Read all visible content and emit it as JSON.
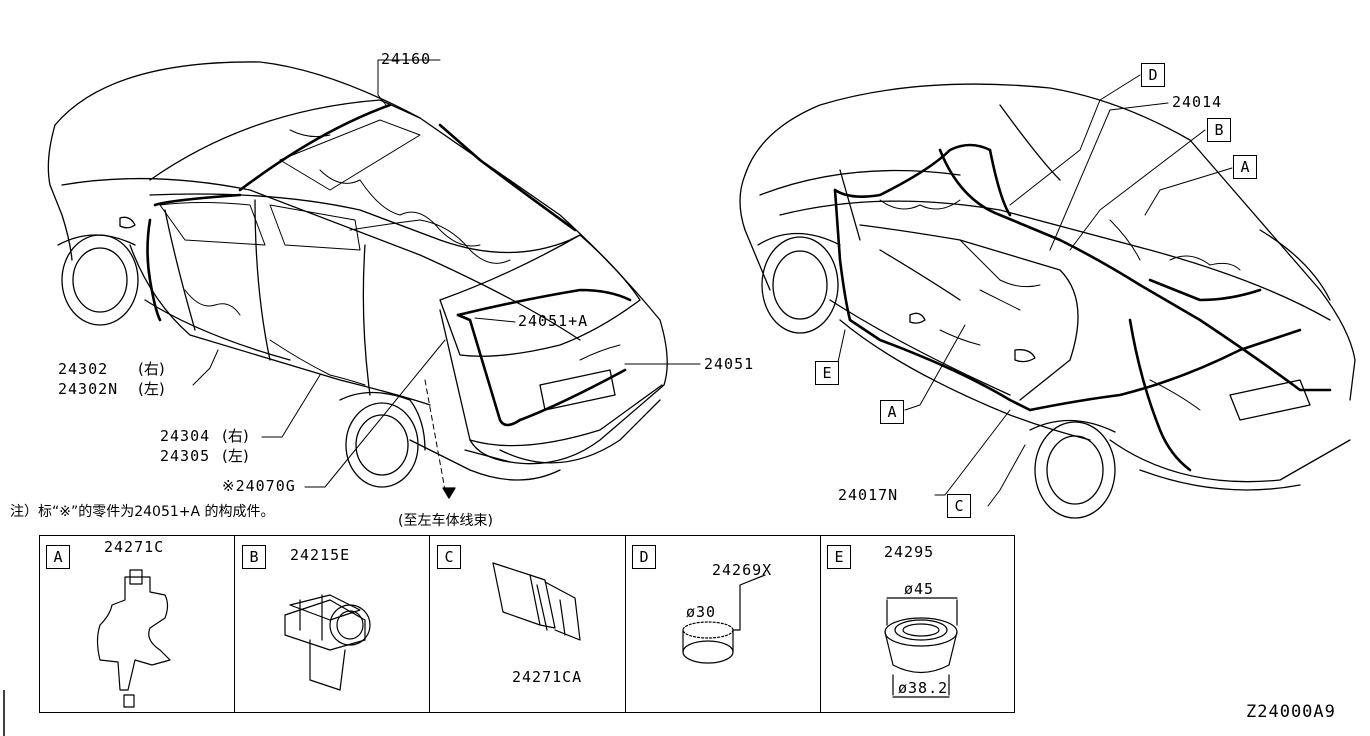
{
  "labels": {
    "p24160": "24160",
    "p24302": "24302",
    "p24302_side": "(右)",
    "p24302n": "24302N",
    "p24302n_side": "(左)",
    "p24051a": "24051+A",
    "p24051": "24051",
    "p24304": "24304",
    "p24304_side": "(右)",
    "p24305": "24305",
    "p24305_side": "(左)",
    "p24070g": "※24070G",
    "p24014": "24014",
    "p24017n": "24017N"
  },
  "callouts": {
    "d_top": "D",
    "b_top": "B",
    "a_top": "A",
    "e_left": "E",
    "a_mid": "A",
    "c_bottom": "C"
  },
  "note": "注）标“※”的零件为24051+A 的构成件。",
  "to_left_body": "(至左车体线束)",
  "detail_panels": [
    {
      "letter": "A",
      "part": "24271C"
    },
    {
      "letter": "B",
      "part": "24215E"
    },
    {
      "letter": "C",
      "part": "24271CA"
    },
    {
      "letter": "D",
      "part": "24269X",
      "dim": "ø30"
    },
    {
      "letter": "E",
      "part": "24295",
      "dim_top": "ø45",
      "dim_bottom": "ø38.2"
    }
  ],
  "drawing_code": "Z24000A9"
}
